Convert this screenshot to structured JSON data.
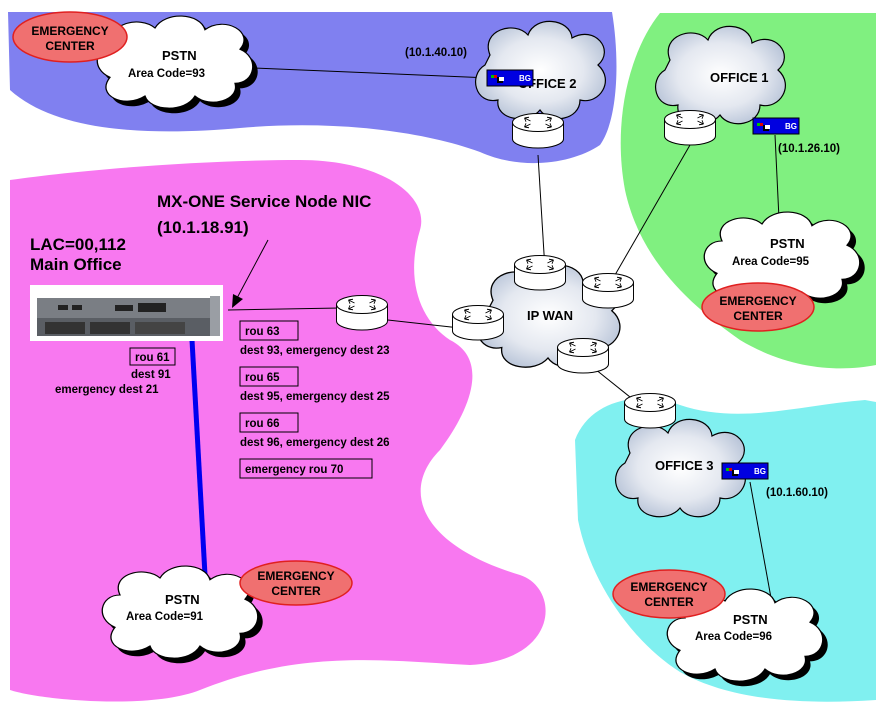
{
  "colors": {
    "office2_zone": "#8080f0",
    "office1_zone": "#80f080",
    "main_zone": "#f878f0",
    "office3_zone": "#80f0f0",
    "emergency_fill": "#f07070",
    "emergency_stroke": "#e02020",
    "gateway": "#0000e0",
    "trunk_line": "#0000f0"
  },
  "main_office": {
    "lac": "LAC=00,112",
    "name": "Main Office",
    "node_title": "MX-ONE Service Node NIC",
    "node_ip": "(10.1.18.91)",
    "routes": [
      {
        "rou": "rou 61",
        "dest": "dest 91",
        "emergency": "emergency dest 21"
      },
      {
        "rou": "rou 63",
        "dest": "dest 93, emergency dest 23"
      },
      {
        "rou": "rou 65",
        "dest": "dest 95, emergency dest 25"
      },
      {
        "rou": "rou 66",
        "dest": "dest 96, emergency dest 26"
      }
    ],
    "emergency_route": "emergency rou 70"
  },
  "offices": {
    "office1": {
      "name": "OFFICE 1",
      "gateway_ip": "(10.1.26.10)"
    },
    "office2": {
      "name": "OFFICE 2",
      "gateway_ip": "(10.1.40.10)"
    },
    "office3": {
      "name": "OFFICE 3",
      "gateway_ip": "(10.1.60.10)"
    }
  },
  "gateway_label": "BG",
  "wan": {
    "name": "IP WAN"
  },
  "pstn": [
    {
      "title": "PSTN",
      "area": "Area Code=93"
    },
    {
      "title": "PSTN",
      "area": "Area Code=95"
    },
    {
      "title": "PSTN",
      "area": "Area Code=91"
    },
    {
      "title": "PSTN",
      "area": "Area Code=96"
    }
  ],
  "emergency_center": {
    "line1": "EMERGENCY",
    "line2": "CENTER"
  }
}
